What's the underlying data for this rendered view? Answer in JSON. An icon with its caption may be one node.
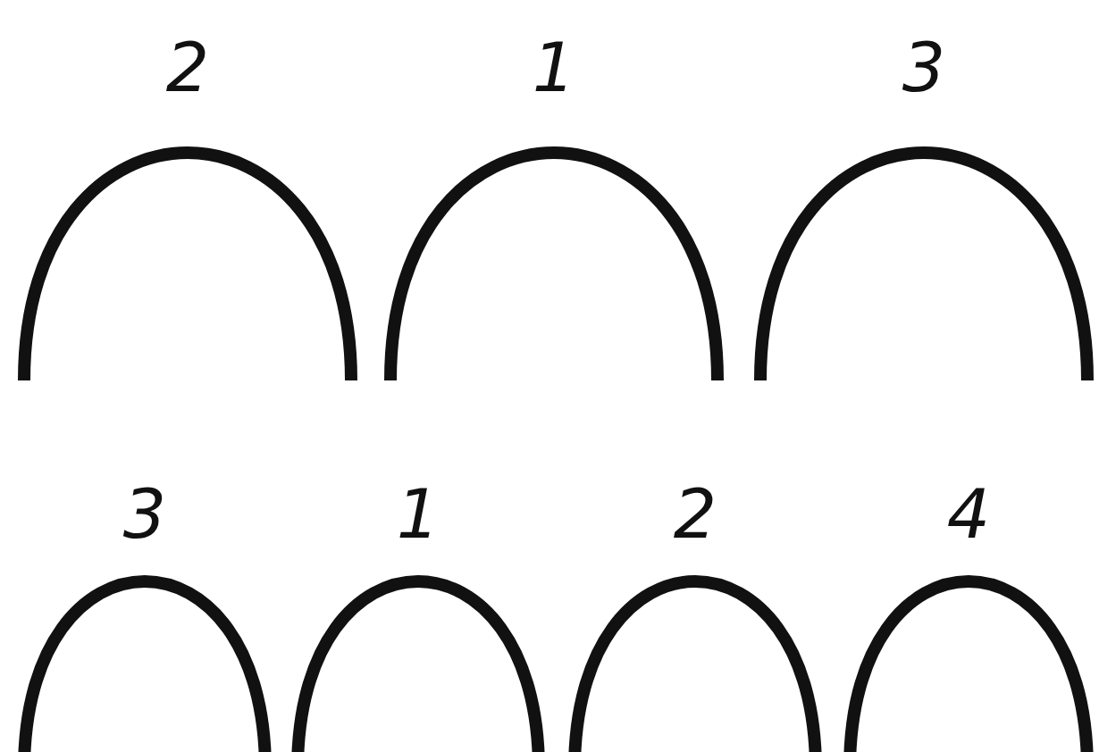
{
  "diagram": {
    "nodes": [
      {
        "text": [
          "2"
        ]
      },
      {
        "text": [
          "1"
        ]
      },
      {
        "text": [
          "3"
        ]
      },
      {
        "text": [
          "3"
        ]
      },
      {
        "text": [
          "1"
        ]
      },
      {
        "text": [
          "2"
        ]
      },
      {
        "text": [
          "4"
        ]
      }
    ]
  }
}
